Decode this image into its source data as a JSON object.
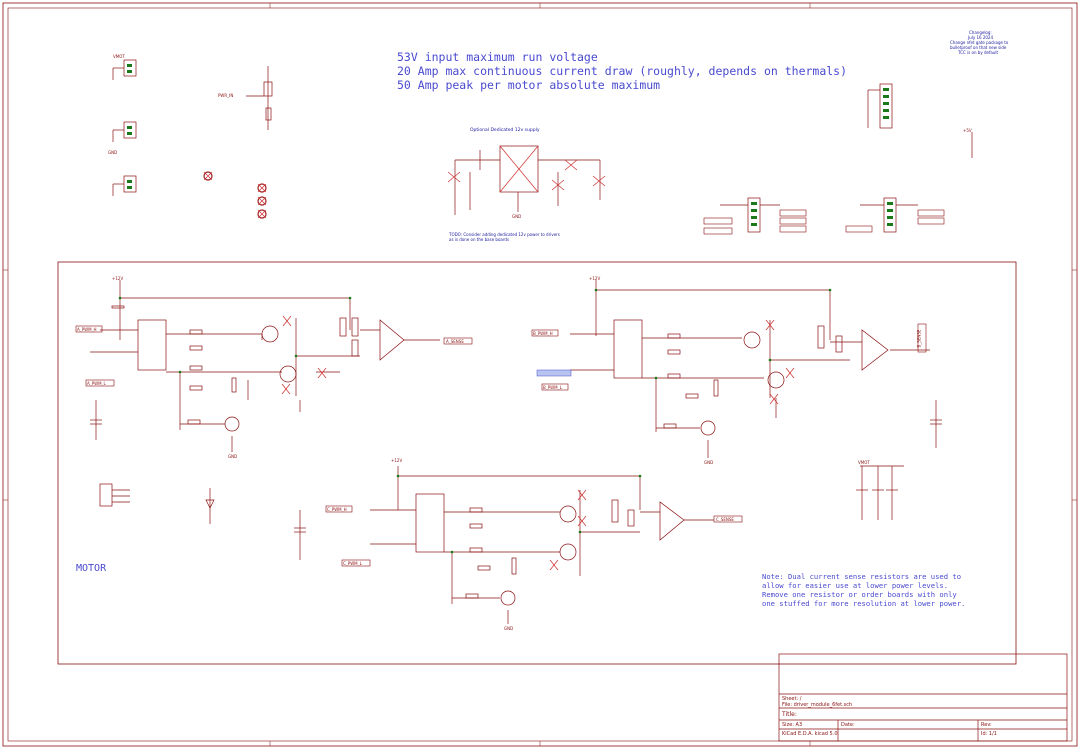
{
  "notes": {
    "voltage": "53V input maximum run voltage",
    "current": "20 Amp max continuous current draw (roughly, depends on thermals)",
    "peak": "50 Amp peak per motor absolute maximum",
    "changelog_title": "Changelog:",
    "changelog_date": "July 16 2024",
    "changelog_1": "Change nfet gate package to",
    "changelog_2": "bulletproof on that new side",
    "changelog_3": "TCC is on by default",
    "optional_title": "Optional Dedicated 12v supply",
    "optional_todo_1": "TODO: Consider adding dedicated 12v power to drivers",
    "optional_todo_2": "as is done on the base boards",
    "motor_label": "MOTOR",
    "sense_1": "Note: Dual current sense resistors are used to",
    "sense_2": "allow for easier use at lower power levels.",
    "sense_3": "Remove one resistor or order boards with only",
    "sense_4": "one stuffed for more resolution at lower power."
  },
  "labels": {
    "pwm_1": "A_PWM_H",
    "pwm_2": "A_PWM_L",
    "pwm_3": "B_PWM_H",
    "pwm_4": "B_PWM_L",
    "pwm_5": "C_PWM_H",
    "pwm_6": "C_PWM_L",
    "sense_a": "A_SENSE",
    "sense_b": "B_SENSE",
    "sense_c": "C_SENSE",
    "pwr_input": "PWR_IN",
    "v12": "+12V",
    "v5": "+5V",
    "gnd": "GND",
    "vmot": "VMOT"
  },
  "title_block": {
    "sheet": "Sheet: /",
    "file": "File: driver_module_6fet.sch",
    "title": "Title:",
    "size": "Size: A3",
    "date": "Date:",
    "rev": "Rev:",
    "kicad": "KiCad E.D.A. kicad 5.0",
    "id": "Id: 1/1"
  }
}
